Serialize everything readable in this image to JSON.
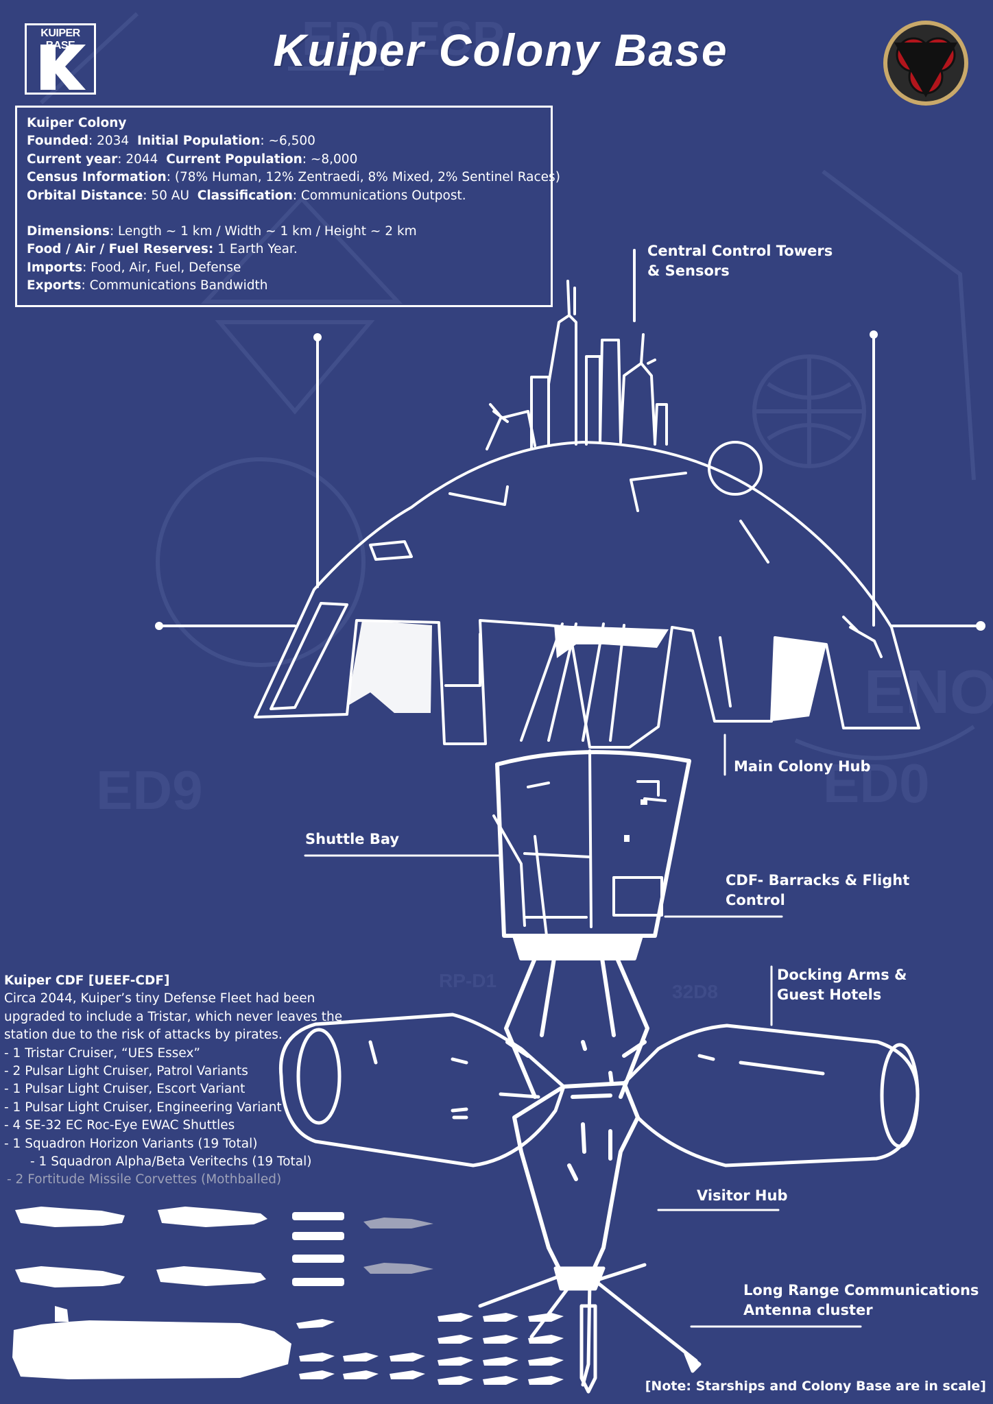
{
  "header": {
    "logo_text": "KUIPER BASE",
    "title": "Kuiper Colony Base",
    "emblem": "triple-circle-triangle-insignia"
  },
  "colony_info": {
    "name": "Kuiper Colony",
    "founded_label": "Founded",
    "founded_value": ": 2034",
    "initial_pop_label": "Initial Population",
    "initial_pop_value": ": ~6,500",
    "current_year_label": "Current year",
    "current_year_value": ": 2044",
    "current_pop_label": "Current Population",
    "current_pop_value": ": ~8,000",
    "census_label": "Census Information",
    "census_value": ": (78% Human, 12% Zentraedi, 8% Mixed, 2% Sentinel Races)",
    "orbital_label": "Orbital Distance",
    "orbital_value": ": 50 AU",
    "class_label": "Classification",
    "class_value": ": Communications Outpost.",
    "dimensions_label": "Dimensions",
    "dimensions_value": ": Length ~ 1 km / Width ~ 1 km / Height ~ 2 km",
    "reserves_label": "Food / Air / Fuel Reserves:",
    "reserves_value": " 1 Earth Year.",
    "imports_label": "Imports",
    "imports_value": ": Food, Air, Fuel, Defense",
    "exports_label": "Exports",
    "exports_value": ": Communications Bandwidth"
  },
  "callouts": {
    "control_towers_1": "Central Control Towers",
    "control_towers_2": "& Sensors",
    "main_hub": "Main Colony Hub",
    "shuttle_bay": "Shuttle Bay",
    "barracks_1": "CDF- Barracks & Flight",
    "barracks_2": "Control",
    "docking_1": "Docking Arms &",
    "docking_2": "Guest Hotels",
    "visitor_hub": "Visitor Hub",
    "antenna_1": "Long Range Communications",
    "antenna_2": "Antenna cluster"
  },
  "defense_fleet": {
    "title": "Kuiper CDF [UEEF-CDF]",
    "desc_1": "Circa 2044, Kuiper’s tiny Defense Fleet had been",
    "desc_2": "upgraded to include a Tristar, which never leaves the",
    "desc_3": "station due to the risk of attacks by pirates.",
    "items": [
      " - 1 Tristar Cruiser, “UES Essex”",
      " - 2 Pulsar Light Cruiser, Patrol Variants",
      " - 1 Pulsar Light Cruiser, Escort Variant",
      " - 1 Pulsar Light Cruiser, Engineering Variant",
      " - 4 SE-32 EC Roc-Eye EWAC Shuttles",
      " - 1 Squadron Horizon Variants (19 Total)"
    ],
    "sub_item": "- 1 Squadron Alpha/Beta Veritechs (19 Total)",
    "mothballed": "- 2 Fortitude Missile Corvettes (Mothballed)"
  },
  "footer": {
    "note": "[Note: Starships and Colony Base are in scale]"
  },
  "colors": {
    "background": "#34417e",
    "line": "#ffffff",
    "faded": "#9ea2b8",
    "emblem_red": "#b3151c",
    "emblem_gold": "#c9a96a"
  }
}
